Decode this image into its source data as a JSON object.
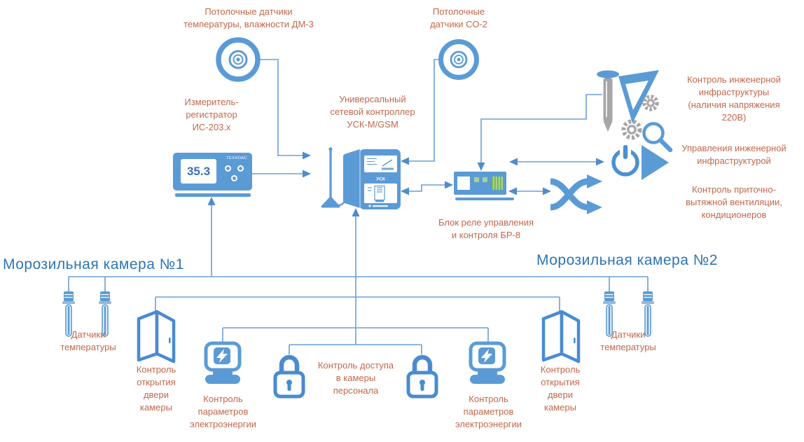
{
  "colors": {
    "accent_blue": "#5b9bd5",
    "line_blue": "#6b9fd4",
    "arrow_blue": "#4e8ccb",
    "label_orange": "#c2674a",
    "chamber_text_blue": "#2e75b6",
    "display_green": "#a9d18e",
    "display_green_dark": "#6fae46",
    "tool_gray": "#a6a6a6"
  },
  "labels": {
    "ceiling_dm3": "Потолочные датчики температуры, влажности ДМ-3",
    "ceiling_co2": "Потолочные датчики СО-2",
    "recorder": "Измеритель-регистратор ИС-203.x",
    "controller": "Универсальный сетевой контроллер УСК-М/GSM",
    "relay": "Блок реле управления и контроля БР-8",
    "infra_control": "Контроль инженерной инфраструктуры (наличия напряжения 220В)",
    "infra_manage": "Управления инженерной инфраструктурой",
    "ventilation": "Контроль приточно-вытяжной вентиляции, кондиционеров",
    "chamber1": "Морозильная камера №1",
    "chamber2": "Морозильная камера №2",
    "temp_sensors": "Датчики температуры",
    "door_control": "Контроль открытия двери камеры",
    "energy_control": "Контроль параметров электроэнергии",
    "access_control": "Контроль доступа в камеры персонала"
  },
  "devices": {
    "recorder_display_value": "35.3",
    "recorder_brand": "ТЕХНОАС",
    "controller_text": "УСК"
  },
  "icons": {
    "ceiling-sensor-icon": "concentric circles",
    "antenna-icon": "gsm antenna with cable",
    "tools-icon": "pen, set-square, gears, magnifier",
    "power-icon": "power symbol",
    "play-icon": "triangle",
    "shuffle-arrows-icon": "crossed curved arrows",
    "temp-probe-icon": "hanging temperature probe",
    "door-icon": "open door",
    "energy-meter-icon": "meter with lightning bolt",
    "padlock-icon": "padlock with keyhole"
  }
}
